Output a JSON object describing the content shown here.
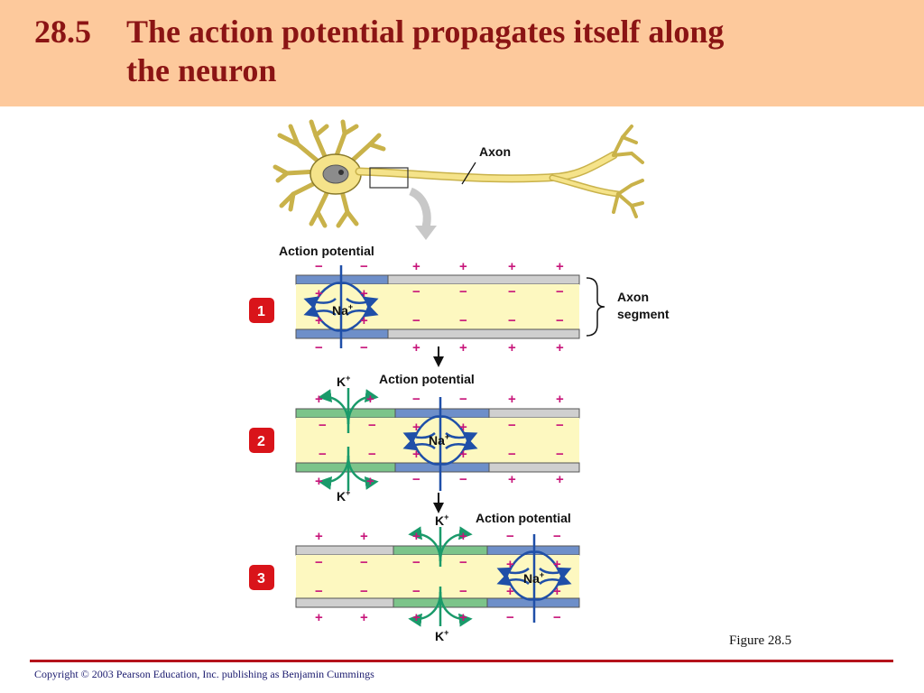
{
  "slide": {
    "number": "28.5",
    "title_line1": "The action potential propagates itself along",
    "title_line2": "the neuron",
    "figure_label": "Figure 28.5",
    "copyright": "Copyright © 2003 Pearson Education, Inc. publishing as Benjamin Cummings"
  },
  "neuron": {
    "axon_label": "Axon"
  },
  "labels": {
    "action_potential": "Action potential",
    "axon_segment_line1": "Axon",
    "axon_segment_line2": "segment",
    "na": "Na",
    "k": "K",
    "ion_sup": "+"
  },
  "steps": [
    {
      "number": "1"
    },
    {
      "number": "2"
    },
    {
      "number": "3"
    }
  ],
  "signs": {
    "plus": "+",
    "minus": "−"
  },
  "colors": {
    "header_bg": "#fdc99c",
    "title": "#8b1414",
    "axon_interior": "#fdf8c0",
    "depolarized_membrane": "#6e8fc9",
    "repolarizing_membrane": "#7cc48a",
    "resting_membrane": "#cfcfcf",
    "na_arrow": "#1f4fa8",
    "k_arrow": "#1a9a6a",
    "charge": "#c8157a",
    "step_badge": "#d9141a",
    "neuron_fill": "#f5e38a"
  }
}
